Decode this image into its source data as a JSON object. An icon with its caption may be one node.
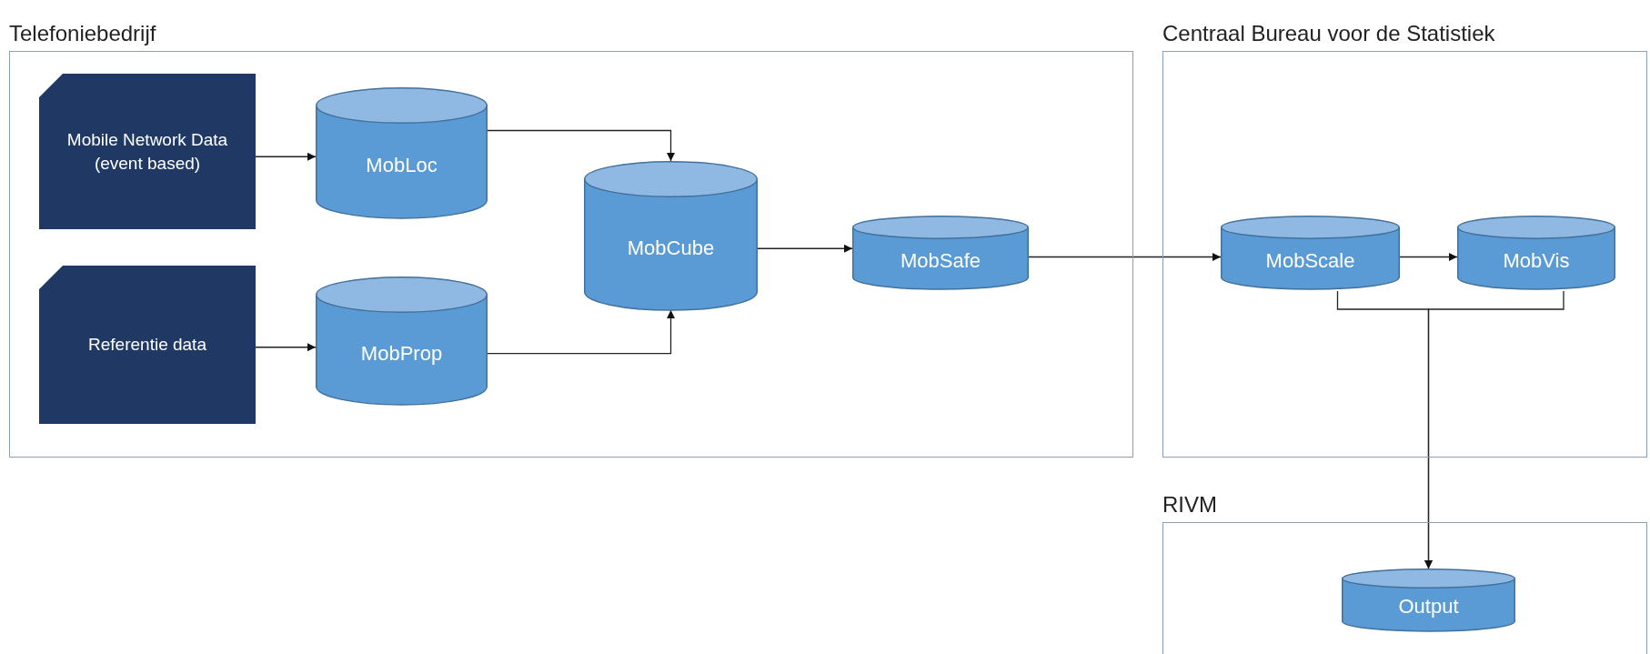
{
  "diagram": {
    "nodes": [
      {
        "text": [
          "Telefoniebedrijf"
        ]
      },
      {
        "text": [
          "Mobile Network Data (event based)"
        ],
        "in": 0
      },
      {
        "text": [
          "Referentie data"
        ],
        "in": 0
      },
      {
        "text": [
          "MobLoc"
        ],
        "in": 0
      },
      {
        "text": [
          "MobProp"
        ],
        "in": 0
      },
      {
        "text": [
          "MobCube"
        ],
        "in": 0
      },
      {
        "text": [
          "MobSafe"
        ],
        "in": 0
      },
      {
        "text": [
          "Centraal Bureau voor de Statistiek"
        ]
      },
      {
        "text": [
          "MobScale"
        ],
        "in": 7
      },
      {
        "text": [
          "MobVis"
        ],
        "in": 7
      },
      {
        "text": [
          "RIVM"
        ]
      },
      {
        "text": [
          "Output"
        ],
        "in": 10
      }
    ],
    "edges": [
      {
        "from": 1,
        "to": 3,
        "arrow": "to"
      },
      {
        "from": 2,
        "to": 4,
        "arrow": "to"
      },
      {
        "from": 3,
        "to": 5,
        "arrow": "to"
      },
      {
        "from": 4,
        "to": 5,
        "arrow": "to"
      },
      {
        "from": 5,
        "to": 6,
        "arrow": "to"
      },
      {
        "from": 6,
        "to": 8,
        "arrow": "to"
      },
      {
        "from": 8,
        "to": 9,
        "arrow": "to"
      },
      {
        "from": 8,
        "to": 11,
        "arrow": "to"
      },
      {
        "from": 9,
        "to": 11,
        "arrow": "to"
      }
    ]
  }
}
